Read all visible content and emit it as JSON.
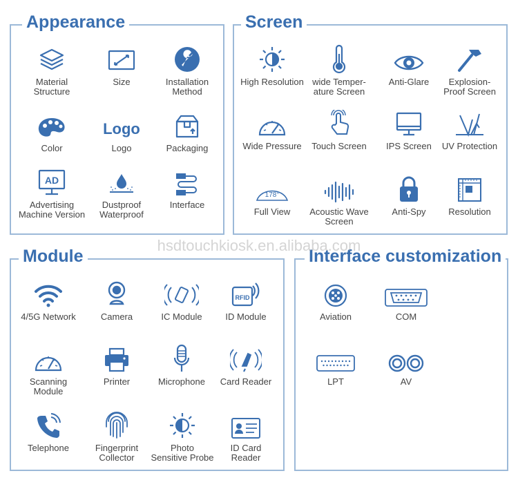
{
  "appearance": {
    "title": "Appearance",
    "items": [
      {
        "icon": "layers-icon",
        "label": "Material\nStructure"
      },
      {
        "icon": "size-icon",
        "label": "Size"
      },
      {
        "icon": "wrench-icon",
        "label": "Installation\nMethod"
      },
      {
        "icon": "palette-icon",
        "label": "Color"
      },
      {
        "icon": "logo-text-icon",
        "label": "Logo",
        "logo_text": "Logo"
      },
      {
        "icon": "box-icon",
        "label": "Packaging"
      },
      {
        "icon": "ad-screen-icon",
        "label": "Advertising\nMachine Version",
        "ad_text": "AD"
      },
      {
        "icon": "waterdrop-icon",
        "label": "Dustproof\nWaterproof"
      },
      {
        "icon": "usb-cable-icon",
        "label": "Interface"
      }
    ]
  },
  "screen": {
    "title": "Screen",
    "items": [
      {
        "icon": "brightness-icon",
        "label": "High Resolution"
      },
      {
        "icon": "thermometer-icon",
        "label": "wide Temper-\nature Screen"
      },
      {
        "icon": "eye-icon",
        "label": "Anti-Glare"
      },
      {
        "icon": "hammer-icon",
        "label": "Explosion-\nProof Screen"
      },
      {
        "icon": "gauge-icon",
        "label": "Wide Pressure"
      },
      {
        "icon": "touch-hand-icon",
        "label": "Touch Screen"
      },
      {
        "icon": "monitor-icon",
        "label": "IPS Screen"
      },
      {
        "icon": "uv-rays-icon",
        "label": "UV Protection"
      },
      {
        "icon": "view-angle-icon",
        "label": "Full View",
        "angle_text": "178°"
      },
      {
        "icon": "soundwave-icon",
        "label": "Acoustic Wave\nScreen"
      },
      {
        "icon": "lock-icon",
        "label": "Anti-Spy"
      },
      {
        "icon": "resolution-grid-icon",
        "label": "Resolution"
      }
    ]
  },
  "module": {
    "title": "Module",
    "items": [
      {
        "icon": "wifi-icon",
        "label": "4/5G Network"
      },
      {
        "icon": "webcam-icon",
        "label": "Camera"
      },
      {
        "icon": "nfc-icon",
        "label": "IC Module"
      },
      {
        "icon": "rfid-icon",
        "label": "ID Module",
        "rfid_text": "RFID"
      },
      {
        "icon": "scanner-gauge-icon",
        "label": "Scanning\nModule"
      },
      {
        "icon": "printer-icon",
        "label": "Printer"
      },
      {
        "icon": "microphone-icon",
        "label": "Microphone"
      },
      {
        "icon": "card-tap-icon",
        "label": "Card Reader"
      },
      {
        "icon": "phone-icon",
        "label": "Telephone"
      },
      {
        "icon": "fingerprint-icon",
        "label": "Fingerprint\nCollector"
      },
      {
        "icon": "light-sensor-icon",
        "label": "Photo\nSensitive Probe"
      },
      {
        "icon": "id-card-icon",
        "label": "ID Card\nReader"
      }
    ]
  },
  "interface": {
    "title": "Interface customization",
    "items": [
      {
        "icon": "aviation-plug-icon",
        "label": "Aviation"
      },
      {
        "icon": "com-port-icon",
        "label": "COM"
      },
      {
        "icon": "lpt-port-icon",
        "label": "LPT"
      },
      {
        "icon": "av-jack-icon",
        "label": "AV"
      }
    ]
  },
  "watermark": "hsdtouchkiosk.en.alibaba.com",
  "colors": {
    "accent": "#3a6fb0",
    "border": "#9cb9d8"
  }
}
